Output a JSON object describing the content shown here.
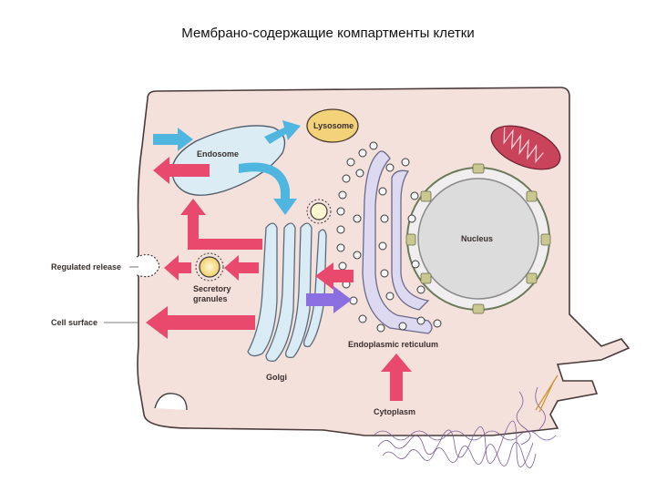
{
  "title": "Мембрано-содержащие компартменты клетки",
  "labels": {
    "lysosome": "Lysosome",
    "endosome": "Endosome",
    "nucleus": "Nucleus",
    "regulated_release": "Regulated release",
    "secretory_line1": "Secretory",
    "secretory_line2": "granules",
    "cell_surface": "Cell surface",
    "er": "Endoplasmic reticulum",
    "golgi": "Golgi",
    "cytoplasm": "Cytoplasm"
  },
  "colors": {
    "cell_fill": "#f5e1dc",
    "cell_outline": "#4a3a3a",
    "arrow_red": "#e8496c",
    "arrow_blue": "#4fb6e0",
    "arrow_purple": "#8b6fe0",
    "lysosome_fill": "#f3d27a",
    "golgi_fill": "#d9ecf6",
    "er_fill": "#ddd9f0",
    "nucleus_fill": "#dcdcdc",
    "mito_fill": "#c9435a"
  }
}
